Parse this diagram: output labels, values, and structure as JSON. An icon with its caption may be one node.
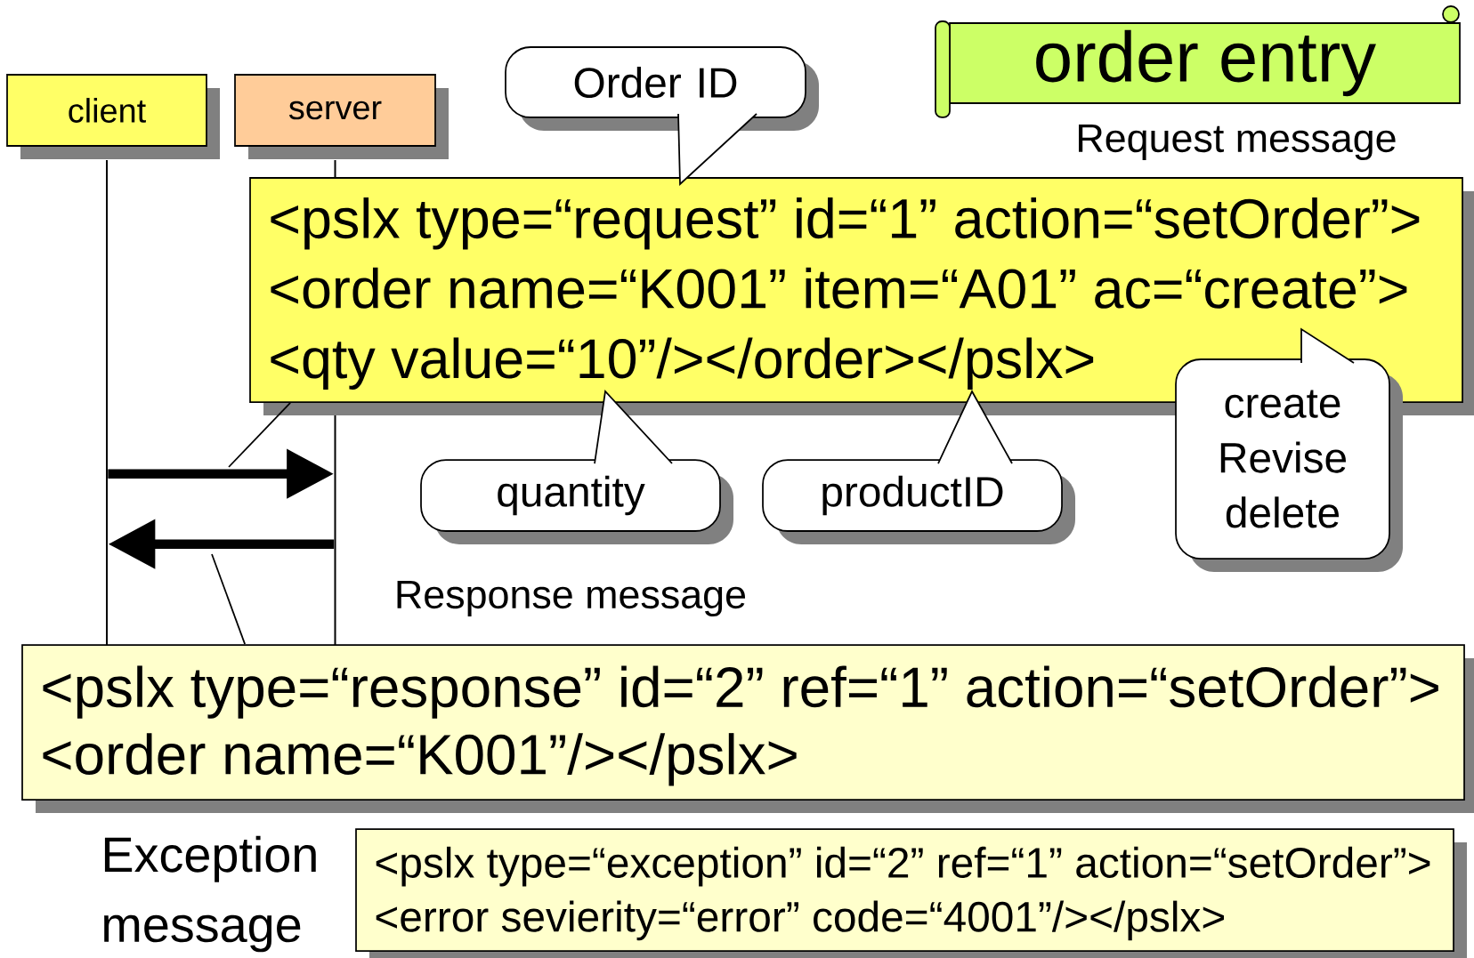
{
  "diagram": {
    "nodes": [
      {
        "text": [
          "client"
        ]
      },
      {
        "text": [
          "server"
        ]
      },
      {
        "text": [
          "order entry"
        ]
      },
      {
        "text": [
          "Request message",
          "<pslx type=“request” id=“1” action=“setOrder”>",
          "<order name=“K001” item=“A01” ac=“create”>",
          "<qty value=“10”/></order></pslx>"
        ]
      },
      {
        "text": [
          "Order ID"
        ]
      },
      {
        "text": [
          "quantity"
        ]
      },
      {
        "text": [
          "productID"
        ]
      },
      {
        "text": [
          "create Revise delete"
        ]
      },
      {
        "text": [
          "Response message",
          "<pslx type=“response” id=“2” ref=“1” action=“setOrder”>",
          "<order name=“K001”/></pslx>"
        ]
      },
      {
        "text": [
          "Exception message",
          "<pslx type=“exception” id=“2” ref=“1” action=“setOrder”>",
          "<error sevierity=“error” code=“4001”/></pslx>"
        ]
      },
      {
        "text": [],
        "shape": "bar"
      },
      {
        "text": [],
        "shape": "bar"
      },
      {
        "text": [],
        "shape": "bar"
      }
    ],
    "edges": [
      {
        "from": 10,
        "to": 12,
        "arrow": "to",
        "style": "thick"
      },
      {
        "from": 12,
        "to": 10,
        "arrow": "to",
        "style": "thick"
      },
      {
        "from": 3,
        "to": null,
        "arrow": "none"
      },
      {
        "from": 8,
        "to": null,
        "arrow": "none"
      }
    ]
  }
}
